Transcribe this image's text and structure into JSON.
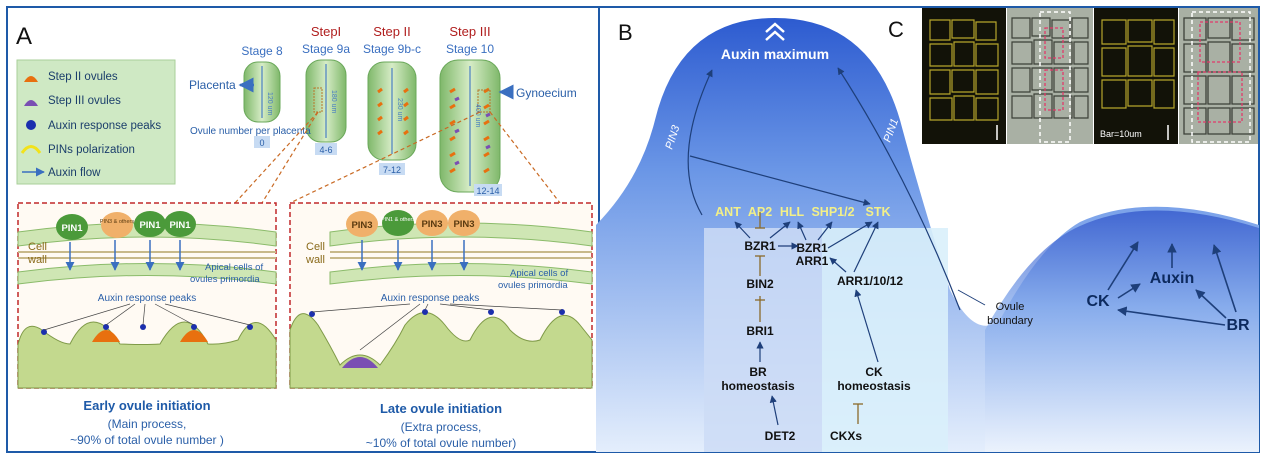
{
  "panelA": {
    "label": "A",
    "legend": [
      {
        "text": "Step II ovules",
        "color": "#e8700f",
        "icon": "orange-ovule-icon"
      },
      {
        "text": "Step III ovules",
        "color": "#7a4fb3",
        "icon": "purple-ovule-icon"
      },
      {
        "text": "Auxin response peaks",
        "color": "#1b2fae",
        "icon": "blue-dot-icon"
      },
      {
        "text": "PINs polarization",
        "color": "#f2e21a",
        "icon": "yellow-arc-icon"
      },
      {
        "text": "Auxin flow",
        "color": "#3a6fc0",
        "icon": "arrow-icon"
      }
    ],
    "stages": [
      {
        "step": "",
        "stage": "Stage 8",
        "count": "0",
        "size": "120 um"
      },
      {
        "step": "StepI",
        "stage": "Stage 9a",
        "count": "4-6",
        "size": "180 um"
      },
      {
        "step": "Step II",
        "stage": "Stage 9b-c",
        "count": "7-12",
        "size": "230 um"
      },
      {
        "step": "Step III",
        "stage": "Stage 10",
        "count": "12-14",
        "size": "400 um"
      }
    ],
    "placenta": "Placenta",
    "gynoecium": "Gynoecium",
    "ovule_number_label": "Ovule number per placenta",
    "early": {
      "pins": [
        "PIN1",
        "PIN3 & others",
        "PIN1",
        "PIN1"
      ],
      "cell_wall": "Cell wall",
      "apical": "Apical cells of ovules primordia",
      "peaks": "Auxin response peaks",
      "title": "Early ovule initiation",
      "sub1": "(Main process,",
      "sub2": "~90% of total ovule number )"
    },
    "late": {
      "pins": [
        "PIN3",
        "PIN1 & others",
        "PIN3",
        "PIN3"
      ],
      "cell_wall": "Cell wall",
      "apical": "Apical cells of ovules primordia",
      "peaks": "Auxin response peaks",
      "title": "Late ovule initiation",
      "sub1": "(Extra process,",
      "sub2": "~10% of total ovule number)"
    }
  },
  "panelB": {
    "label": "B",
    "auxin_max": "Auxin maximum",
    "pin3": "PIN3",
    "pin1": "PIN1",
    "targets": [
      "ANT",
      "AP2",
      "HLL",
      "SHP1/2",
      "STK"
    ],
    "bzr1": "BZR1",
    "bzr1_arr1": [
      "BZR1",
      "ARR1"
    ],
    "bin2": "BIN2",
    "bri1": "BRI1",
    "br_homeo": [
      "BR",
      "homeostasis"
    ],
    "det2": "DET2",
    "arr": "ARR1/10/12",
    "ck_homeo": [
      "CK",
      "homeostasis"
    ],
    "ckxs": "CKXs",
    "ovule_boundary": [
      "Ovule",
      "boundary"
    ],
    "ck": "CK",
    "auxin": "Auxin",
    "br": "BR"
  },
  "panelC": {
    "label": "C",
    "bar": "Bar=10um"
  }
}
